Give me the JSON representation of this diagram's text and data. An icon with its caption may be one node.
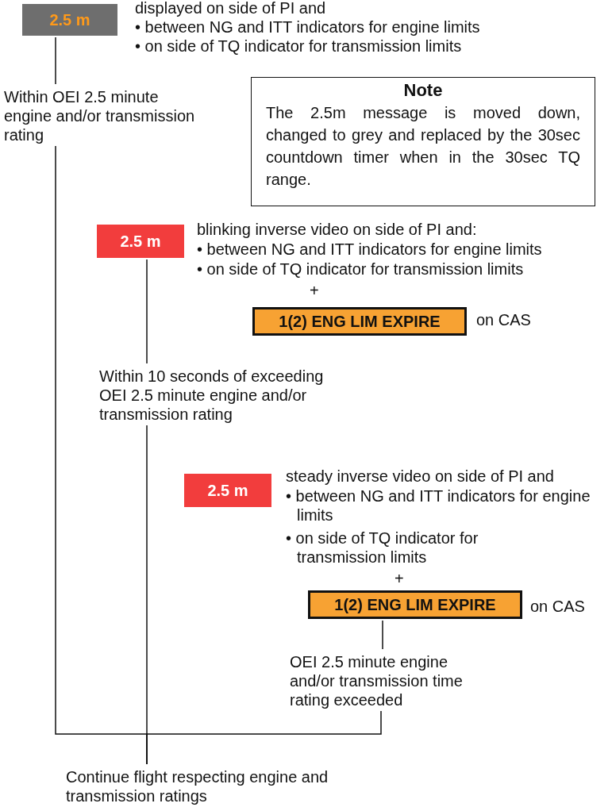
{
  "diagram": {
    "nodes": [
      {
        "text": [
          "2.5 m"
        ],
        "beside": [
          "displayed on side of PI and",
          "• between NG and ITT indicators for engine limits",
          "• on side of TQ indicator for transmission limits"
        ]
      },
      {
        "text": [
          "Within OEI 2.5 minute engine and/or transmission rating"
        ]
      },
      {
        "text": [
          "Note",
          "The 2.5m message is moved down, changed to grey and replaced by the 30sec countdown timer when in the 30sec TQ range."
        ]
      },
      {
        "text": [
          "2.5 m"
        ],
        "beside": [
          "blinking inverse video on side of PI and:",
          "• between NG and ITT indicators for engine limits",
          "• on side of TQ indicator for transmission limits"
        ]
      },
      {
        "text": [
          "1(2) ENG LIM EXPIRE"
        ],
        "beside": [
          "on CAS"
        ]
      },
      {
        "text": [
          "Within 10 seconds of exceeding OEI 2.5 minute engine and/or transmission rating"
        ]
      },
      {
        "text": [
          "2.5 m"
        ],
        "beside": [
          "steady inverse video on side of PI and",
          "• between NG and ITT indicators for engine limits",
          "• on side of TQ indicator for transmission limits"
        ]
      },
      {
        "text": [
          "1(2) ENG LIM EXPIRE"
        ],
        "beside": [
          "on CAS"
        ]
      },
      {
        "text": [
          "OEI 2.5 minute engine and/or transmission time rating exceeded"
        ]
      },
      {
        "text": [
          "Continue flight respecting engine and transmission ratings"
        ]
      }
    ],
    "edges": [
      {
        "from": 0,
        "to": 1,
        "arrow": "none"
      },
      {
        "from": 1,
        "to": 9,
        "arrow": "none"
      },
      {
        "from": 3,
        "to": 5,
        "arrow": "none"
      },
      {
        "from": 5,
        "to": 9,
        "arrow": "none"
      },
      {
        "from": 7,
        "to": 8,
        "arrow": "none"
      },
      {
        "from": 8,
        "to": 9,
        "arrow": "none"
      }
    ],
    "labels": [
      "+",
      "+"
    ]
  }
}
